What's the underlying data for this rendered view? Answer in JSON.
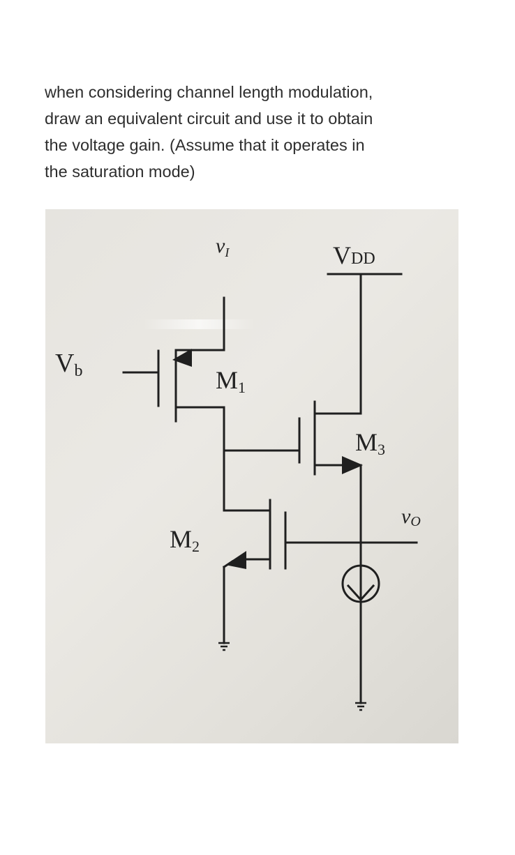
{
  "question": {
    "line1": "when considering channel length modulation,",
    "line2": "draw an equivalent circuit and use it to obtain",
    "line3": "the voltage gain. (Assume that it operates in",
    "line4": "the saturation mode)"
  },
  "circuit": {
    "vi": "v",
    "vi_sub": "I",
    "vdd": "V",
    "vdd_sub": "DD",
    "vb": "V",
    "vb_sub": "b",
    "m1": "M",
    "m1_sub": "1",
    "m2": "M",
    "m2_sub": "2",
    "m3": "M",
    "m3_sub": "3",
    "vo": "v",
    "vo_sub": "O"
  },
  "colors": {
    "wire": "#1f1f1f",
    "text": "#2e2e2e",
    "photo_bg": "#e6e4df"
  }
}
